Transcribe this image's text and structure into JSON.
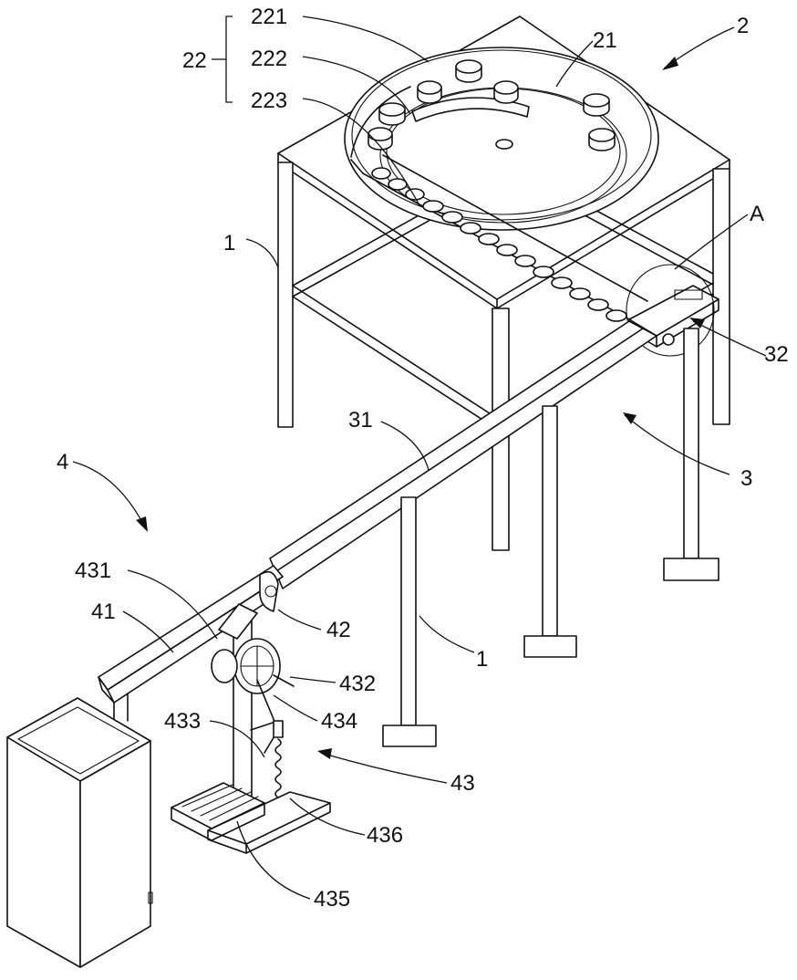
{
  "labels": {
    "l221": "221",
    "l222": "222",
    "l223": "223",
    "l22": "22",
    "l21": "21",
    "l2": "2",
    "lA": "A",
    "l1a": "1",
    "l32": "32",
    "l31": "31",
    "l3": "3",
    "l4": "4",
    "l431": "431",
    "l41": "41",
    "l42": "42",
    "l1b": "1",
    "l432": "432",
    "l434": "434",
    "l433": "433",
    "l43": "43",
    "l436": "436",
    "l435": "435"
  }
}
